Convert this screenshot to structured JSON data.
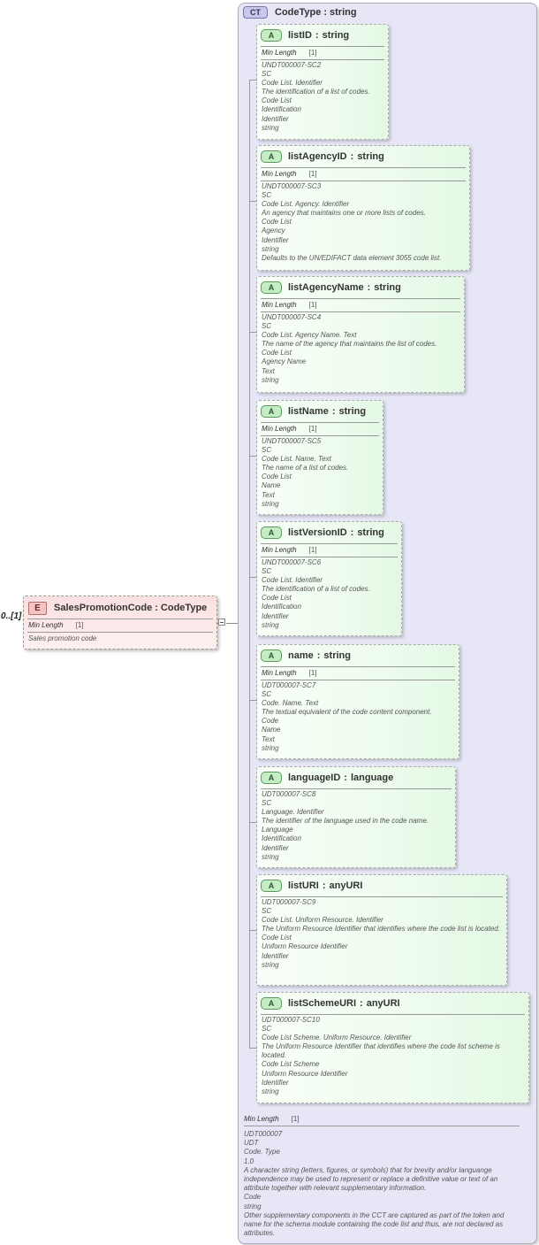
{
  "element": {
    "occurrence": "0..[1]",
    "badge": "E",
    "name": "SalesPromotionCode",
    "type": "CodeType",
    "facet_label": "Min Length",
    "facet_value": "[1]",
    "doc": "Sales promotion code"
  },
  "complex_type": {
    "badge": "CT",
    "name": "CodeType",
    "base": "string",
    "attributes": [
      {
        "name": "listID",
        "type": "string",
        "facet_label": "Min Length",
        "facet_value": "[1]",
        "lines": [
          "UNDT000007-SC2",
          "SC",
          "Code List. Identifier",
          "The identification of a list of codes.",
          "Code List",
          "Identification",
          "Identifier",
          "string"
        ]
      },
      {
        "name": "listAgencyID",
        "type": "string",
        "facet_label": "Min Length",
        "facet_value": "[1]",
        "lines": [
          "UNDT000007-SC3",
          "SC",
          "Code List. Agency. Identifier",
          "An agency that maintains one or more lists of codes.",
          "Code List",
          "Agency",
          "Identifier",
          "string",
          "Defaults to the UN/EDIFACT data element 3055 code list."
        ]
      },
      {
        "name": "listAgencyName",
        "type": "string",
        "facet_label": "Min Length",
        "facet_value": "[1]",
        "lines": [
          "UNDT000007-SC4",
          "SC",
          "Code List. Agency Name. Text",
          "The name of the agency that maintains the list of codes.",
          "Code List",
          "Agency Name",
          "Text",
          "string"
        ]
      },
      {
        "name": "listName",
        "type": "string",
        "facet_label": "Min Length",
        "facet_value": "[1]",
        "lines": [
          "UNDT000007-SC5",
          "SC",
          "Code List. Name. Text",
          "The name of a list of codes.",
          "Code List",
          "Name",
          "Text",
          "string"
        ]
      },
      {
        "name": "listVersionID",
        "type": "string",
        "facet_label": "Min Length",
        "facet_value": "[1]",
        "lines": [
          "UNDT000007-SC6",
          "SC",
          "Code List. Identifier",
          "The identification of a list of codes.",
          "Code List",
          "Identification",
          "Identifier",
          "string"
        ]
      },
      {
        "name": "name",
        "type": "string",
        "facet_label": "Min Length",
        "facet_value": "[1]",
        "lines": [
          "UDT000007-SC7",
          "SC",
          "Code. Name. Text",
          "The textual equivalent of the code content component.",
          "Code",
          "Name",
          "Text",
          "string"
        ]
      },
      {
        "name": "languageID",
        "type": "language",
        "lines": [
          "UDT000007-SC8",
          "SC",
          "Language. Identifier",
          "The identifier of the language used in the code name.",
          "Language",
          "Identification",
          "Identifier",
          "string"
        ]
      },
      {
        "name": "listURI",
        "type": "anyURI",
        "lines": [
          "UDT000007-SC9",
          "SC",
          "Code List. Uniform Resource. Identifier",
          "The Uniform Resource Identifier that identifies where the code list is located.",
          "Code List",
          "Uniform Resource Identifier",
          "Identifier",
          "string"
        ]
      },
      {
        "name": "listSchemeURI",
        "type": "anyURI",
        "lines": [
          "UDT000007-SC10",
          "SC",
          "Code List Scheme. Uniform Resource. Identifier",
          "The Uniform Resource Identifier that identifies where the code list scheme is located.",
          "Code List Scheme",
          "Uniform Resource Identifier",
          "Identifier",
          "string"
        ]
      }
    ],
    "footer": {
      "facet_label": "Min Length",
      "facet_value": "[1]",
      "lines": [
        "UDT000007",
        "UDT",
        "Code. Type",
        "1.0",
        "A character string (letters, figures, or symbols) that for brevity and/or languange independence may be used to represent or replace a definitive value or text of an attribute together with relevant supplementary information.",
        "Code",
        "string",
        "Other supplementary components in the CCT are captured as part of the token and name for the schema module containing the code list and thus, are not declared as attributes."
      ]
    }
  },
  "separator": ":",
  "icons": [
    "element-badge",
    "complex-type-badge",
    "attribute-badge",
    "collapse-toggle-icon"
  ],
  "colors": {
    "element_fill": "#fbe0e0",
    "complex_type_fill": "#e6e6f6",
    "attribute_fill": "#eefcee"
  }
}
